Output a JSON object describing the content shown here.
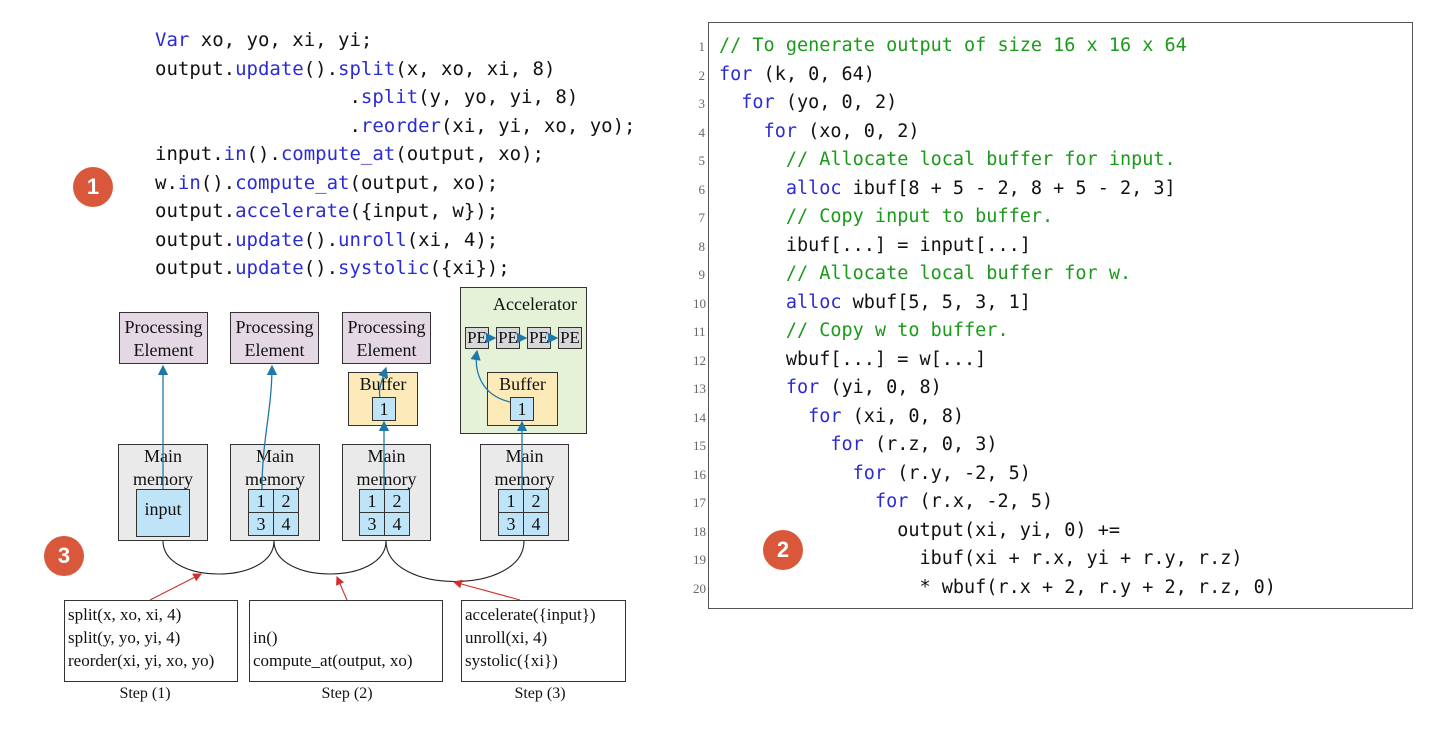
{
  "left_code": [
    [
      {
        "t": "Var",
        "k": 1
      },
      {
        "t": " xo, yo, xi, yi;"
      }
    ],
    [
      {
        "t": "output."
      },
      {
        "t": "update",
        "k": 1
      },
      {
        "t": "()."
      },
      {
        "t": "split",
        "k": 1
      },
      {
        "t": "(x, xo, xi, 8)"
      }
    ],
    [
      {
        "t": "                 ."
      },
      {
        "t": "split",
        "k": 1
      },
      {
        "t": "(y, yo, yi, 8)"
      }
    ],
    [
      {
        "t": "                 ."
      },
      {
        "t": "reorder",
        "k": 1
      },
      {
        "t": "(xi, yi, xo, yo);"
      }
    ],
    [
      {
        "t": "input."
      },
      {
        "t": "in",
        "k": 1
      },
      {
        "t": "()."
      },
      {
        "t": "compute_at",
        "k": 1
      },
      {
        "t": "(output, xo);"
      }
    ],
    [
      {
        "t": "w."
      },
      {
        "t": "in",
        "k": 1
      },
      {
        "t": "()."
      },
      {
        "t": "compute_at",
        "k": 1
      },
      {
        "t": "(output, xo);"
      }
    ],
    [
      {
        "t": "output."
      },
      {
        "t": "accelerate",
        "k": 1
      },
      {
        "t": "({input, w});"
      }
    ],
    [
      {
        "t": "output."
      },
      {
        "t": "update",
        "k": 1
      },
      {
        "t": "()."
      },
      {
        "t": "unroll",
        "k": 1
      },
      {
        "t": "(xi, 4);"
      }
    ],
    [
      {
        "t": "output."
      },
      {
        "t": "update",
        "k": 1
      },
      {
        "t": "()."
      },
      {
        "t": "systolic",
        "k": 1
      },
      {
        "t": "({xi});"
      }
    ]
  ],
  "badges": {
    "b1": "1",
    "b2": "2",
    "b3": "3"
  },
  "diagram": {
    "pe_label_1": "Processing",
    "pe_label_2": "Element",
    "main_label_1": "Main",
    "main_label_2": "memory",
    "input_label": "input",
    "buffer_label": "Buffer",
    "accelerator_label": "Accelerator",
    "pe_small": "PE",
    "cells": [
      "1",
      "2",
      "3",
      "4"
    ],
    "buffer_cell": "1"
  },
  "steps": [
    {
      "lines": [
        "split(x, xo, xi, 4)",
        "split(y, yo, yi, 4)",
        "reorder(xi, yi, xo, yo)"
      ],
      "label": "Step (1)"
    },
    {
      "lines": [
        "in()",
        "compute_at(output, xo)"
      ],
      "label": "Step (2)"
    },
    {
      "lines": [
        "accelerate({input})",
        "unroll(xi, 4)",
        "systolic({xi})"
      ],
      "label": "Step (3)"
    }
  ],
  "right_code": [
    {
      "n": "1",
      "segs": [
        {
          "t": "// To generate output of size 16 x 16 x 64",
          "c": "cm"
        }
      ]
    },
    {
      "n": "2",
      "segs": [
        {
          "t": "for",
          "c": "k2"
        },
        {
          "t": " (k, 0, 64)"
        }
      ]
    },
    {
      "n": "3",
      "segs": [
        {
          "t": "  "
        },
        {
          "t": "for",
          "c": "k2"
        },
        {
          "t": " (yo, 0, 2)"
        }
      ]
    },
    {
      "n": "4",
      "segs": [
        {
          "t": "    "
        },
        {
          "t": "for",
          "c": "k2"
        },
        {
          "t": " (xo, 0, 2)"
        }
      ]
    },
    {
      "n": "5",
      "segs": [
        {
          "t": "      "
        },
        {
          "t": "// Allocate local buffer for input.",
          "c": "cm"
        }
      ]
    },
    {
      "n": "6",
      "segs": [
        {
          "t": "      "
        },
        {
          "t": "alloc",
          "c": "k2"
        },
        {
          "t": " ibuf[8 + 5 - 2, 8 + 5 - 2, 3]"
        }
      ]
    },
    {
      "n": "7",
      "segs": [
        {
          "t": "      "
        },
        {
          "t": "// Copy input to buffer.",
          "c": "cm"
        }
      ]
    },
    {
      "n": "8",
      "segs": [
        {
          "t": "      ibuf[...] = input[...]"
        }
      ]
    },
    {
      "n": "9",
      "segs": [
        {
          "t": "      "
        },
        {
          "t": "// Allocate local buffer for w.",
          "c": "cm"
        }
      ]
    },
    {
      "n": "10",
      "segs": [
        {
          "t": "      "
        },
        {
          "t": "alloc",
          "c": "k2"
        },
        {
          "t": " wbuf[5, 5, 3, 1]"
        }
      ]
    },
    {
      "n": "11",
      "segs": [
        {
          "t": "      "
        },
        {
          "t": "// Copy w to buffer.",
          "c": "cm"
        }
      ]
    },
    {
      "n": "12",
      "segs": [
        {
          "t": "      wbuf[...] = w[...]"
        }
      ]
    },
    {
      "n": "13",
      "segs": [
        {
          "t": "      "
        },
        {
          "t": "for",
          "c": "k2"
        },
        {
          "t": " (yi, 0, 8)"
        }
      ]
    },
    {
      "n": "14",
      "segs": [
        {
          "t": "        "
        },
        {
          "t": "for",
          "c": "k2"
        },
        {
          "t": " (xi, 0, 8)"
        }
      ]
    },
    {
      "n": "15",
      "segs": [
        {
          "t": "          "
        },
        {
          "t": "for",
          "c": "k2"
        },
        {
          "t": " (r.z, 0, 3)"
        }
      ]
    },
    {
      "n": "16",
      "segs": [
        {
          "t": "            "
        },
        {
          "t": "for",
          "c": "k2"
        },
        {
          "t": " (r.y, -2, 5)"
        }
      ]
    },
    {
      "n": "17",
      "segs": [
        {
          "t": "              "
        },
        {
          "t": "for",
          "c": "k2"
        },
        {
          "t": " (r.x, -2, 5)"
        }
      ]
    },
    {
      "n": "18",
      "segs": [
        {
          "t": "                output(xi, yi, 0) +="
        }
      ]
    },
    {
      "n": "19",
      "segs": [
        {
          "t": "                  ibuf(xi + r.x, yi + r.y, r.z)"
        }
      ]
    },
    {
      "n": "20",
      "segs": [
        {
          "t": "                  * wbuf(r.x + 2, r.y + 2, r.z, 0)"
        }
      ]
    }
  ],
  "colors": {
    "keyword": "#2b2bd6",
    "comment": "#1a9a1a",
    "badge": "#d9583b",
    "arrow": "#1f78a8",
    "red_arrow": "#d03030"
  }
}
